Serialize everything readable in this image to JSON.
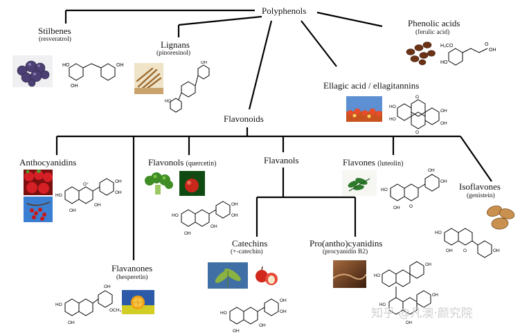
{
  "root": {
    "label": "Polyphenols"
  },
  "stilbenes": {
    "label": "Stilbenes",
    "example": "(resveratrol)"
  },
  "lignans": {
    "label": "Lignans",
    "example": "(pinoresinol)"
  },
  "phenolic_acids": {
    "label": "Phenolic acids",
    "example": "(ferulic acid)",
    "struct_labels": [
      "H₃CO",
      "HO",
      "OH",
      "O"
    ]
  },
  "ellagic": {
    "label": "Ellagic acid / ellagitannins"
  },
  "flavonoids": {
    "label": "Flavonoids"
  },
  "anthocyanidins": {
    "label": "Anthocyanidins"
  },
  "flavonols": {
    "label": "Flavonols",
    "example": "(quercetin)"
  },
  "flavanols": {
    "label": "Flavanols"
  },
  "flavones": {
    "label": "Flavones",
    "example": "(luteolin)"
  },
  "isoflavones": {
    "label": "Isoflavones",
    "example": "(genistein)"
  },
  "flavanones": {
    "label": "Flavanones",
    "example": "(hesperetin)"
  },
  "catechins": {
    "label": "Catechins",
    "example": "(+-catechin)"
  },
  "proantho": {
    "label": "Pro(antho)cyanidins",
    "example": "(procyanidin B2)"
  },
  "watermark": "知乎 @凡澳·颜究院",
  "atom_labels": {
    "oh": "OH",
    "ho": "HO",
    "o": "O",
    "och3": "OCH₃",
    "o_plus": "O⁺"
  }
}
